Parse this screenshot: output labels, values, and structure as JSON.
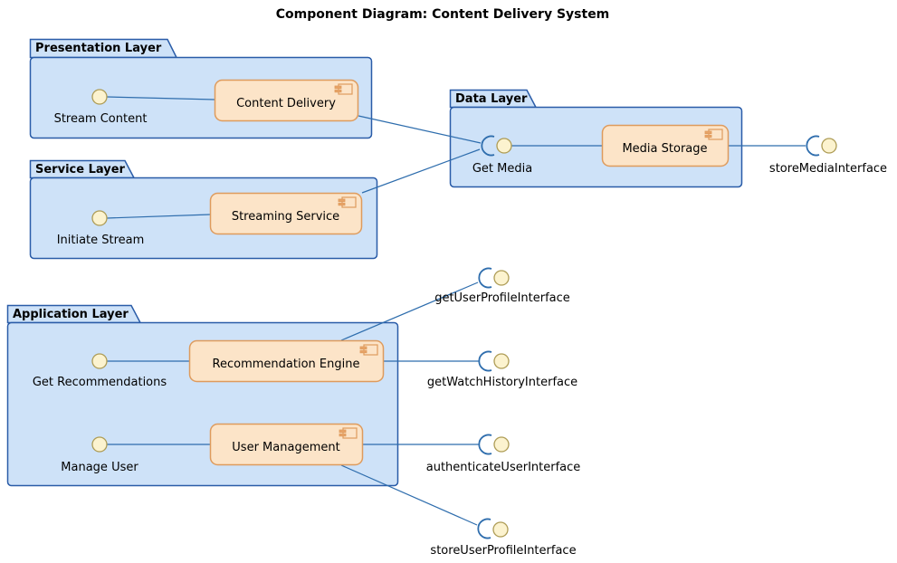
{
  "title": "Component Diagram: Content Delivery System",
  "diagram_type": "uml-component-diagram",
  "packages": [
    {
      "label": "Presentation Layer"
    },
    {
      "label": "Service Layer"
    },
    {
      "label": "Data Layer"
    },
    {
      "label": "Application Layer"
    }
  ],
  "components": [
    {
      "label": "Content Delivery",
      "package": "Presentation Layer"
    },
    {
      "label": "Streaming Service",
      "package": "Service Layer"
    },
    {
      "label": "Media Storage",
      "package": "Data Layer"
    },
    {
      "label": "Recommendation Engine",
      "package": "Application Layer"
    },
    {
      "label": "User Management",
      "package": "Application Layer"
    }
  ],
  "interfaces": [
    {
      "label": "Stream Content",
      "kind": "lollipop"
    },
    {
      "label": "Initiate Stream",
      "kind": "lollipop"
    },
    {
      "label": "Get Media",
      "kind": "ball-and-socket"
    },
    {
      "label": "storeMediaInterface",
      "kind": "ball-and-socket"
    },
    {
      "label": "Get Recommendations",
      "kind": "lollipop"
    },
    {
      "label": "Manage User",
      "kind": "lollipop"
    },
    {
      "label": "getUserProfileInterface",
      "kind": "ball-and-socket"
    },
    {
      "label": "getWatchHistoryInterface",
      "kind": "ball-and-socket"
    },
    {
      "label": "authenticateUserInterface",
      "kind": "ball-and-socket"
    },
    {
      "label": "storeUserProfileInterface",
      "kind": "ball-and-socket"
    }
  ],
  "connections": [
    {
      "from": "Stream Content",
      "to": "Content Delivery"
    },
    {
      "from": "Content Delivery",
      "to": "Get Media"
    },
    {
      "from": "Initiate Stream",
      "to": "Streaming Service"
    },
    {
      "from": "Streaming Service",
      "to": "Get Media"
    },
    {
      "from": "Get Media",
      "to": "Media Storage"
    },
    {
      "from": "Media Storage",
      "to": "storeMediaInterface"
    },
    {
      "from": "Get Recommendations",
      "to": "Recommendation Engine"
    },
    {
      "from": "Recommendation Engine",
      "to": "getUserProfileInterface"
    },
    {
      "from": "Recommendation Engine",
      "to": "getWatchHistoryInterface"
    },
    {
      "from": "Manage User",
      "to": "User Management"
    },
    {
      "from": "User Management",
      "to": "authenticateUserInterface"
    },
    {
      "from": "User Management",
      "to": "storeUserProfileInterface"
    }
  ],
  "colors": {
    "background": "#FFFFFF",
    "package_fill": "#CEE2F8",
    "package_border": "#2A5CA8",
    "component_fill": "#FCE4C8",
    "component_border": "#DE9B5D",
    "interface_fill": "#FCF3CF",
    "interface_border": "#AE9C55",
    "connector": "#2E6DAD",
    "text": "#000000"
  }
}
